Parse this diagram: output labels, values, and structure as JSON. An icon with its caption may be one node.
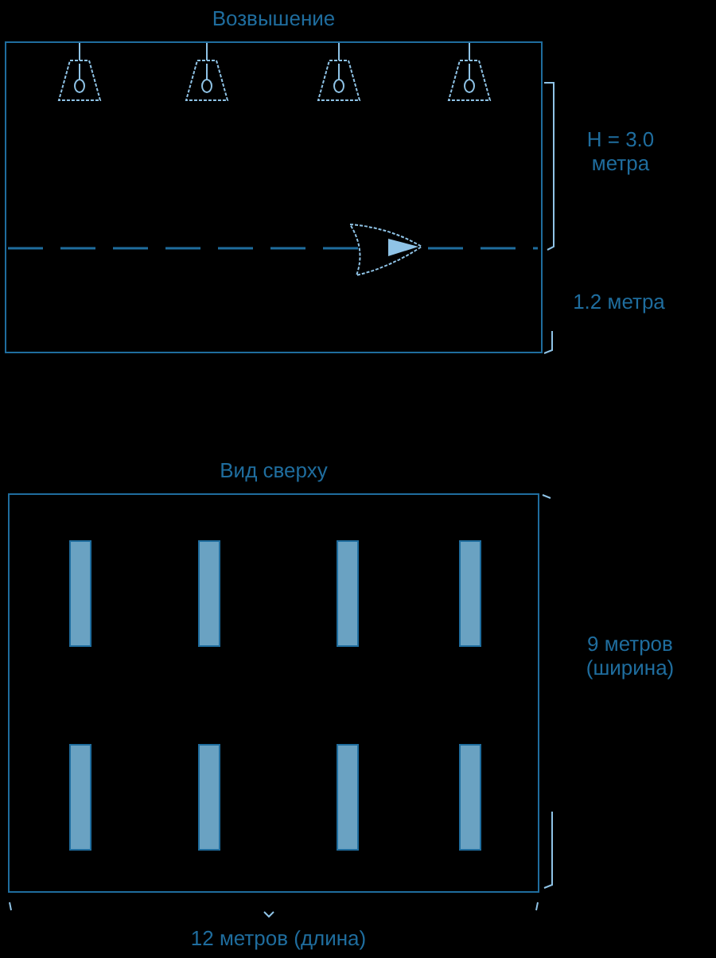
{
  "diagram": {
    "nodes": [
      {
        "text": [
          "Возвышение"
        ]
      },
      {
        "text": [
          "Вид сверху"
        ]
      }
    ],
    "labels": [
      "H = 3.0 метра",
      "1.2 метра",
      "9 метров (ширина)",
      "12 метров (длина)"
    ]
  }
}
